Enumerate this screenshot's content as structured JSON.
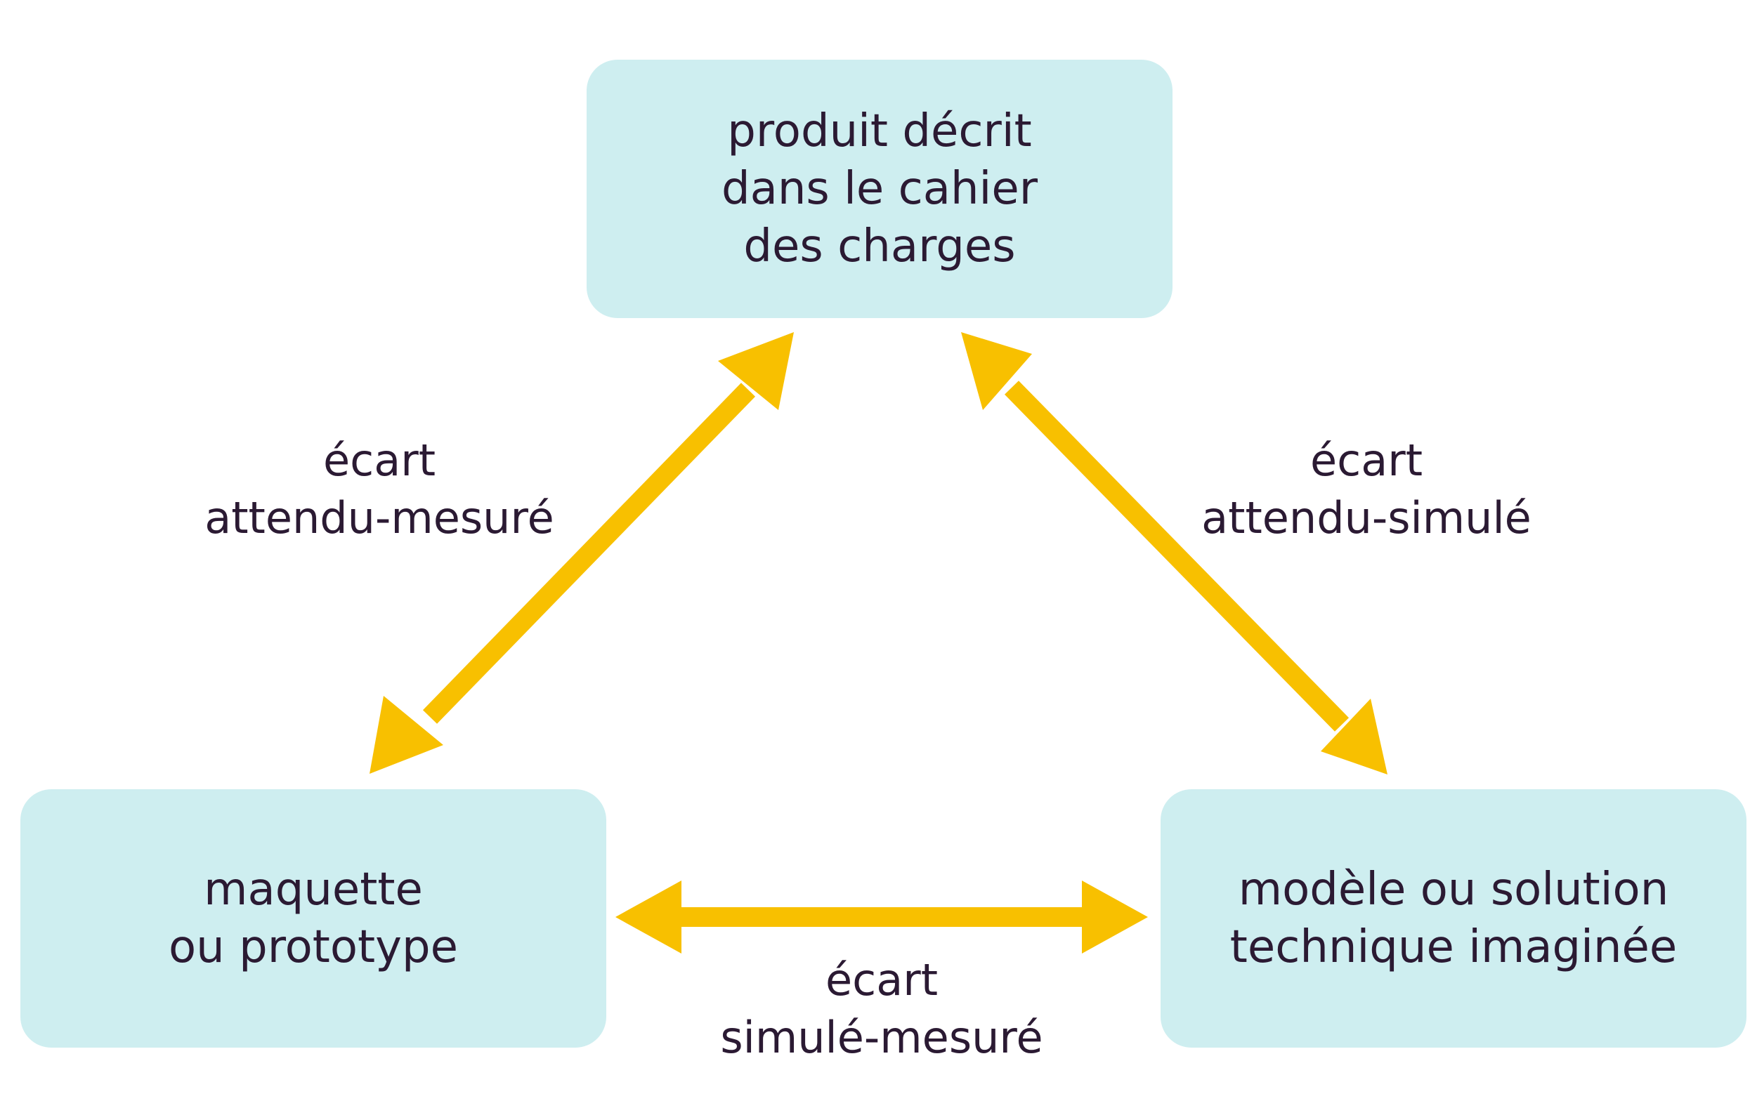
{
  "colors": {
    "box_fill": "#ceeef0",
    "arrow": "#f8c000",
    "text": "#2b1a33"
  },
  "boxes": {
    "top": {
      "lines": [
        "produit décrit",
        "dans le cahier",
        "des charges"
      ]
    },
    "left": {
      "lines": [
        "maquette",
        "ou prototype"
      ]
    },
    "right": {
      "lines": [
        "modèle ou solution",
        "technique imaginée"
      ]
    }
  },
  "labels": {
    "left": {
      "lines": [
        "écart",
        "attendu-mesuré"
      ]
    },
    "right": {
      "lines": [
        "écart",
        "attendu-simulé"
      ]
    },
    "bottom": {
      "lines": [
        "écart",
        "simulé-mesuré"
      ]
    }
  }
}
